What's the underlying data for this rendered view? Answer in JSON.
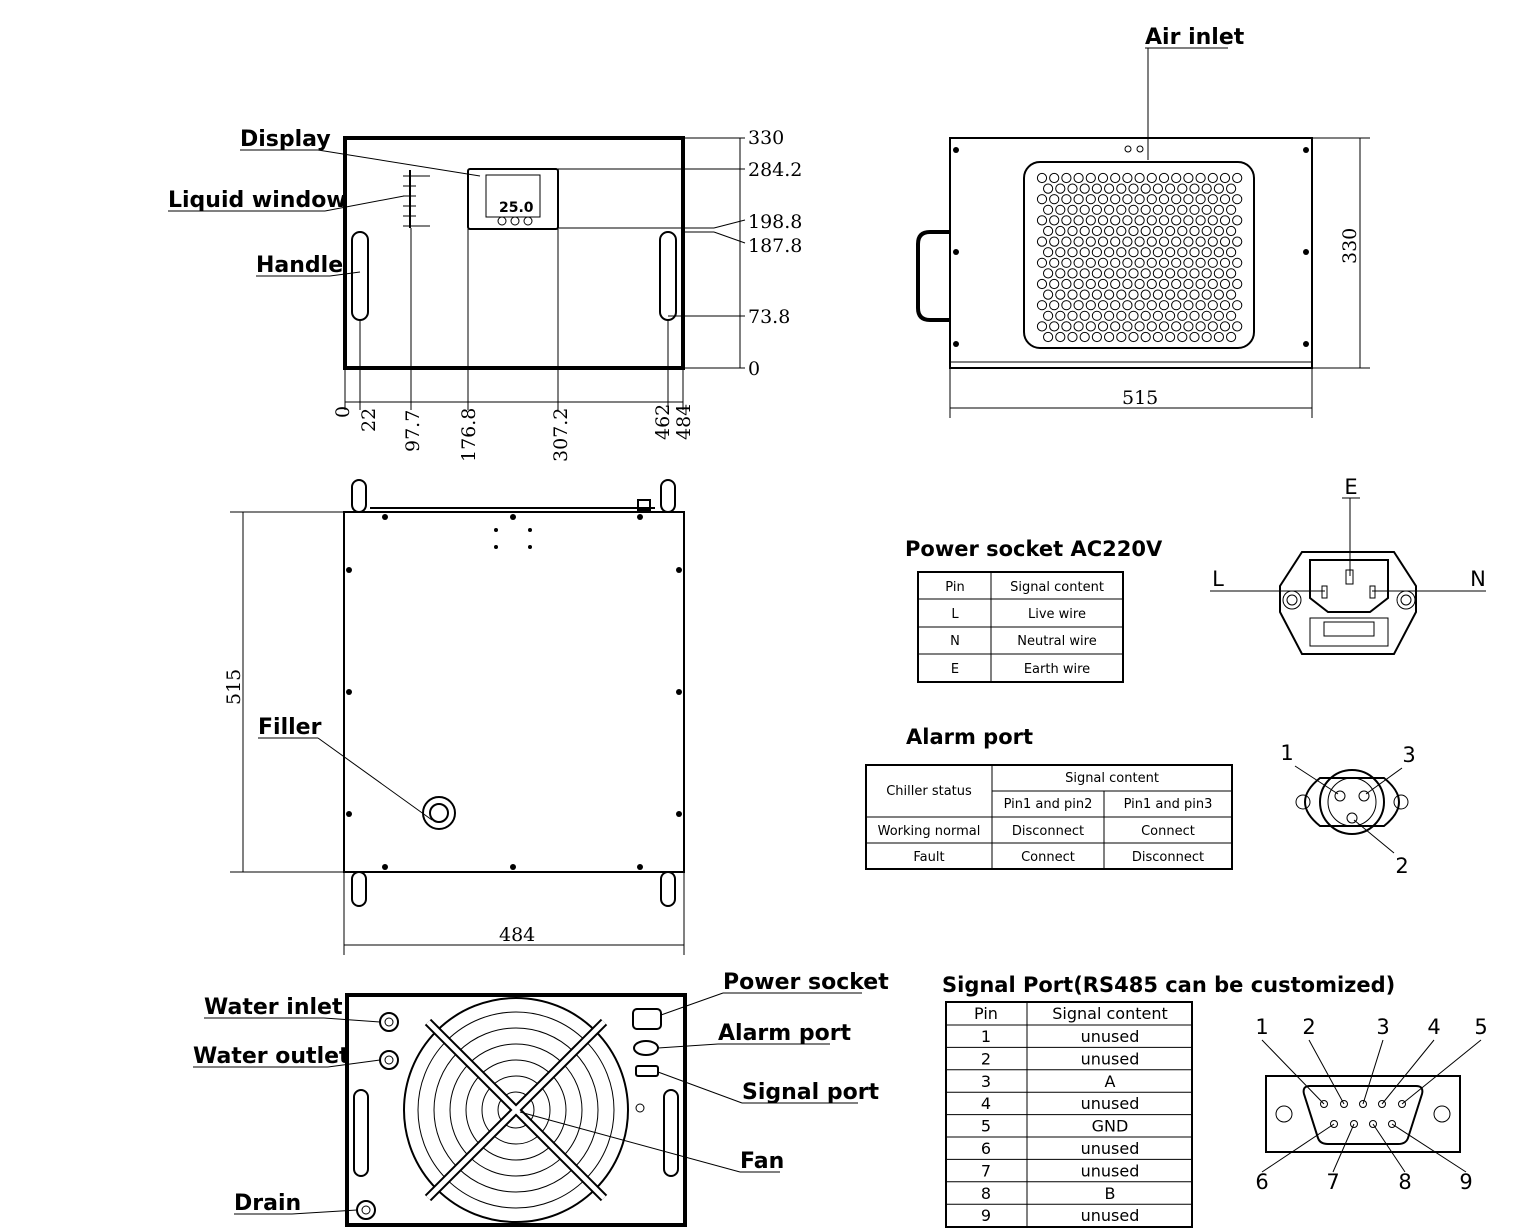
{
  "front_view": {
    "labels": {
      "display": "Display",
      "liquid_window": "Liquid window",
      "handle": "Handle"
    },
    "display_value": "25.0",
    "vertical_dims": [
      "330",
      "284.2",
      "198.8",
      "187.8",
      "73.8",
      "0"
    ],
    "horizontal_dims": [
      "0",
      "22",
      "97.7",
      "176.8",
      "307.2",
      "462",
      "484"
    ]
  },
  "side_view": {
    "labels": {
      "air_inlet": "Air inlet"
    },
    "width_dim": "515",
    "height_dim": "330"
  },
  "top_view": {
    "labels": {
      "filler": "Filler"
    },
    "depth_dim": "515",
    "width_dim": "484"
  },
  "rear_view": {
    "labels": {
      "water_inlet": "Water inlet",
      "water_outlet": "Water outlet",
      "drain": "Drain",
      "power_socket": "Power socket",
      "alarm_port": "Alarm port",
      "signal_port": "Signal port",
      "fan": "Fan"
    }
  },
  "power_socket_table": {
    "title": "Power socket AC220V",
    "headers": [
      "Pin",
      "Signal content"
    ],
    "rows": [
      [
        "L",
        "Live wire"
      ],
      [
        "N",
        "Neutral wire"
      ],
      [
        "E",
        "Earth wire"
      ]
    ],
    "diagram_labels": {
      "e": "E",
      "l": "L",
      "n": "N"
    }
  },
  "alarm_port_table": {
    "title": "Alarm port",
    "header_status": "Chiller status",
    "header_signal": "Signal content",
    "sub_headers": [
      "Pin1 and pin2",
      "Pin1 and pin3"
    ],
    "rows": [
      [
        "Working normal",
        "Disconnect",
        "Connect"
      ],
      [
        "Fault",
        "Connect",
        "Disconnect"
      ]
    ],
    "pin_labels": [
      "1",
      "3",
      "2"
    ]
  },
  "signal_port_table": {
    "title": "Signal Port(RS485 can be customized)",
    "headers": [
      "Pin",
      "Signal content"
    ],
    "rows": [
      [
        "1",
        "unused"
      ],
      [
        "2",
        "unused"
      ],
      [
        "3",
        "A"
      ],
      [
        "4",
        "unused"
      ],
      [
        "5",
        "GND"
      ],
      [
        "6",
        "unused"
      ],
      [
        "7",
        "unused"
      ],
      [
        "8",
        "B"
      ],
      [
        "9",
        "unused"
      ]
    ],
    "pin_labels": [
      "1",
      "2",
      "3",
      "4",
      "5",
      "6",
      "7",
      "8",
      "9"
    ]
  }
}
